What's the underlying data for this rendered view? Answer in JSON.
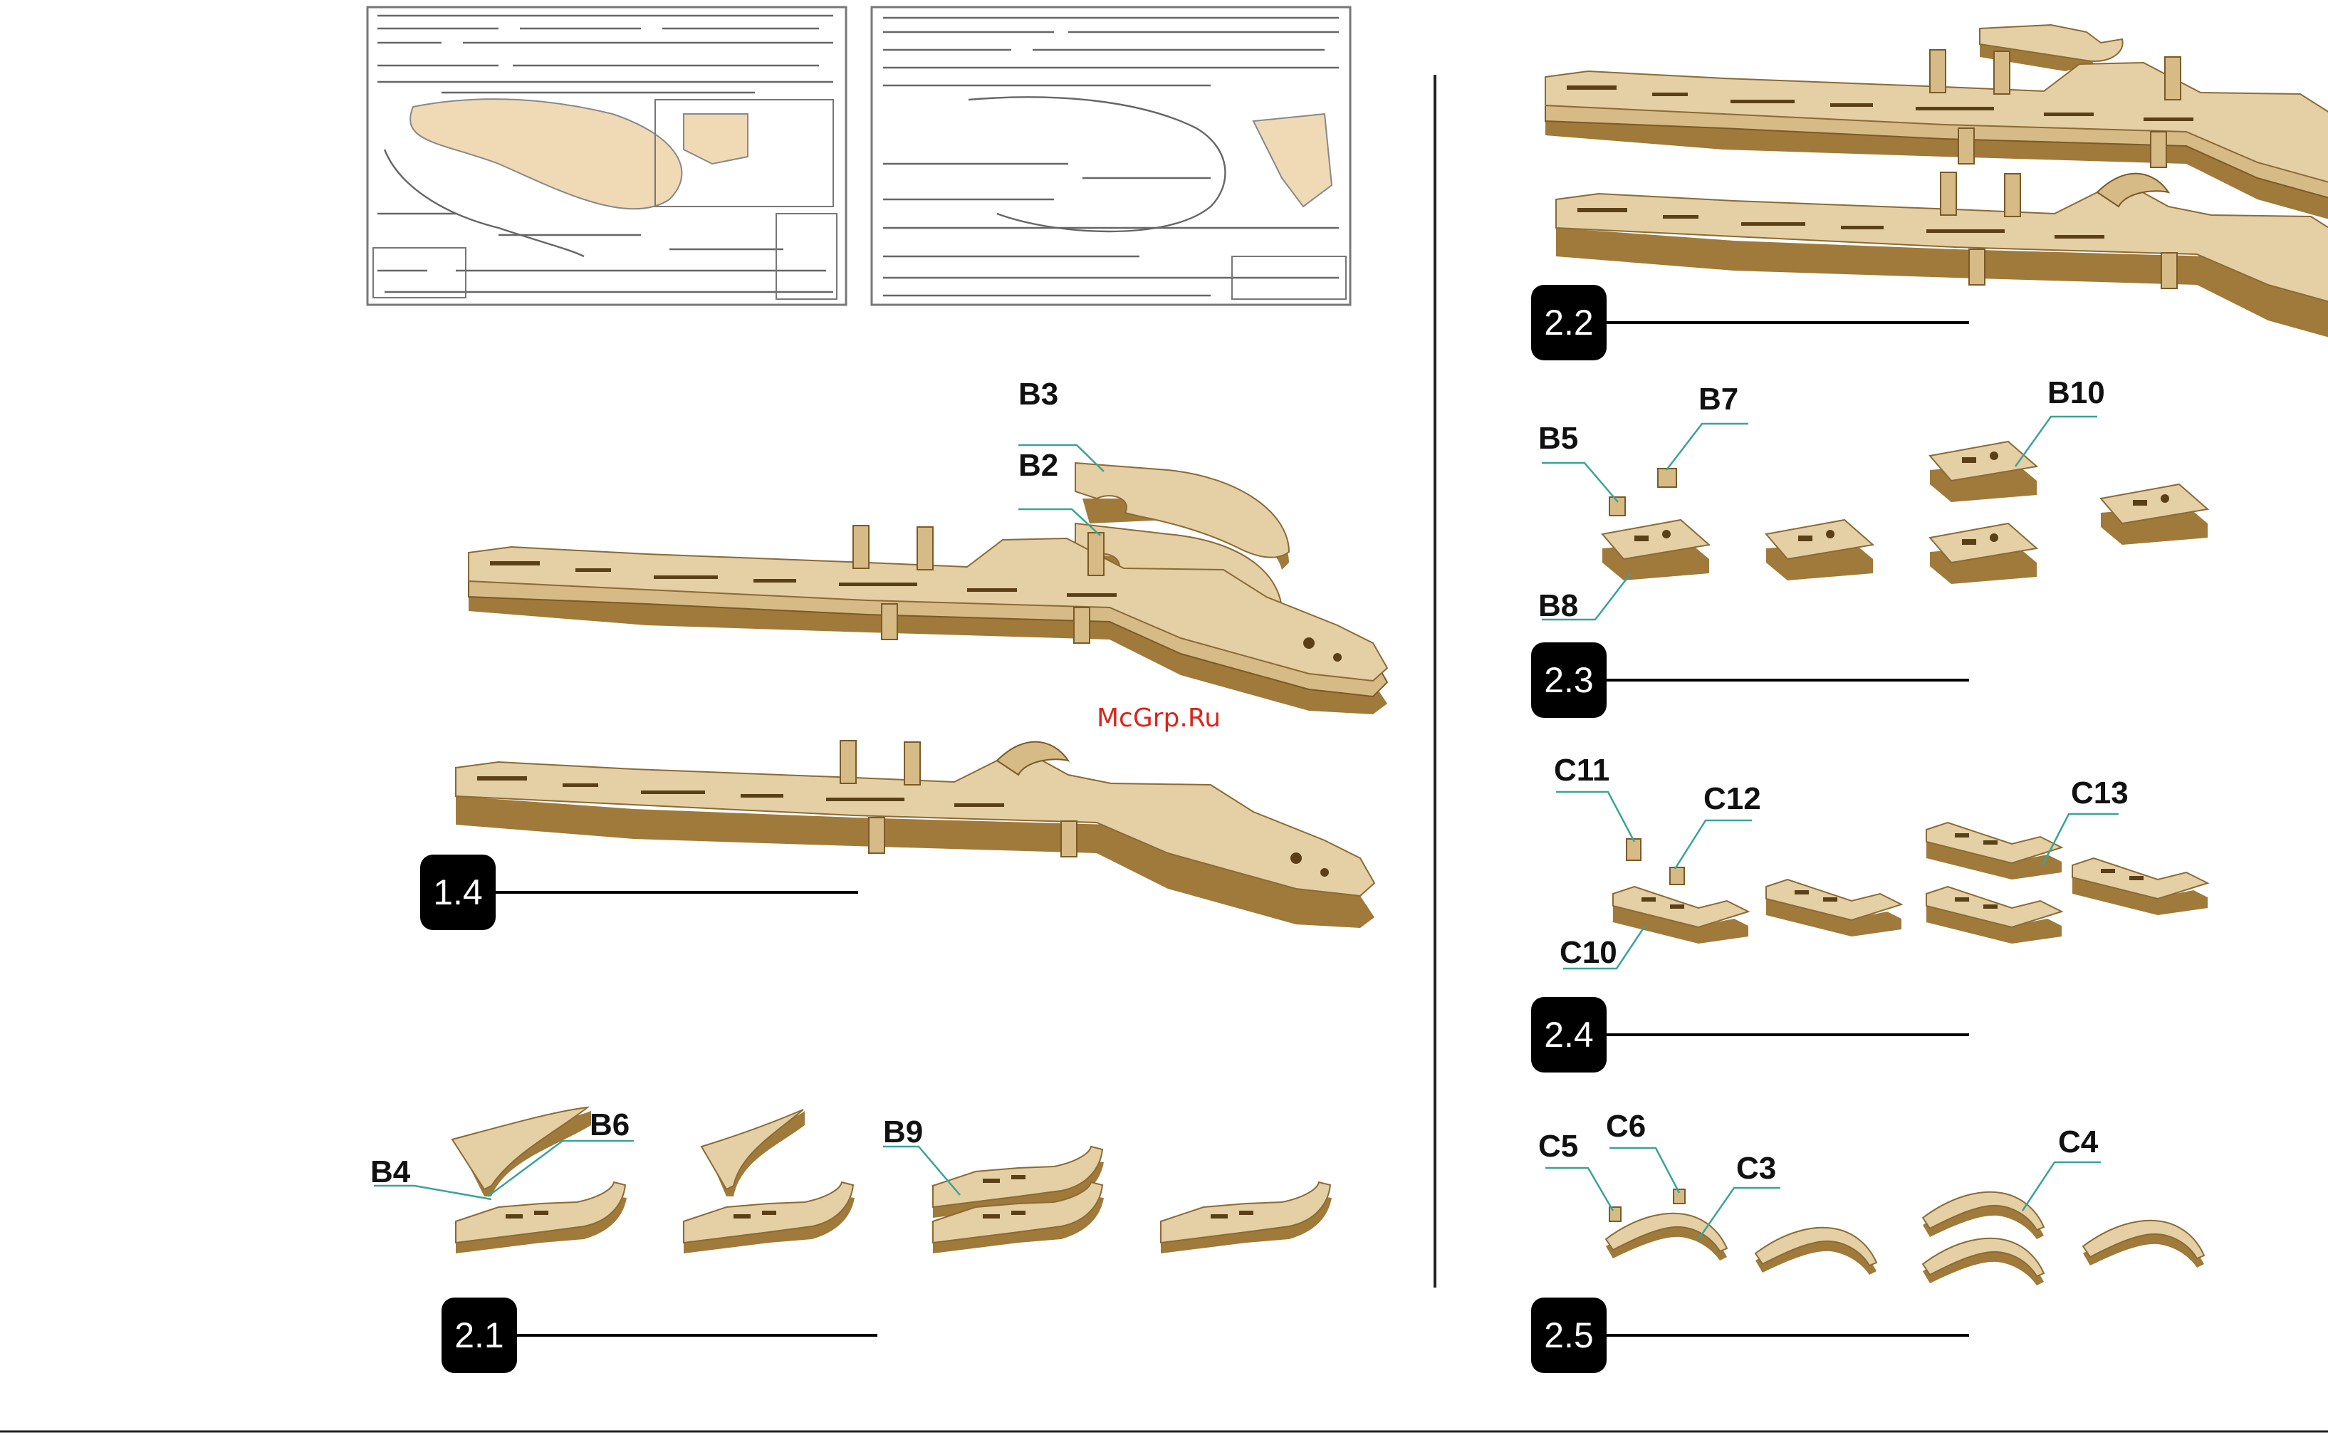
{
  "watermark": "McGrp.Ru",
  "steps": [
    {
      "id": "1.4"
    },
    {
      "id": "2.1"
    },
    {
      "id": "2.2"
    },
    {
      "id": "2.3"
    },
    {
      "id": "2.4"
    },
    {
      "id": "2.5"
    }
  ],
  "parts": {
    "b2": "B2",
    "b3": "B3",
    "b4": "B4",
    "b5": "B5",
    "b6": "B6",
    "b7": "B7",
    "b8": "B8",
    "b9": "B9",
    "b10": "B10",
    "c3": "C3",
    "c4": "C4",
    "c5": "C5",
    "c6": "C6",
    "c10": "C10",
    "c11": "C11",
    "c12": "C12",
    "c13": "C13"
  },
  "colors": {
    "badge": "#000000",
    "plywood": "#e5cfa4",
    "plywood_edge": "#a07a3a",
    "leader_line": "#3aa397",
    "watermark": "#d9261c"
  }
}
